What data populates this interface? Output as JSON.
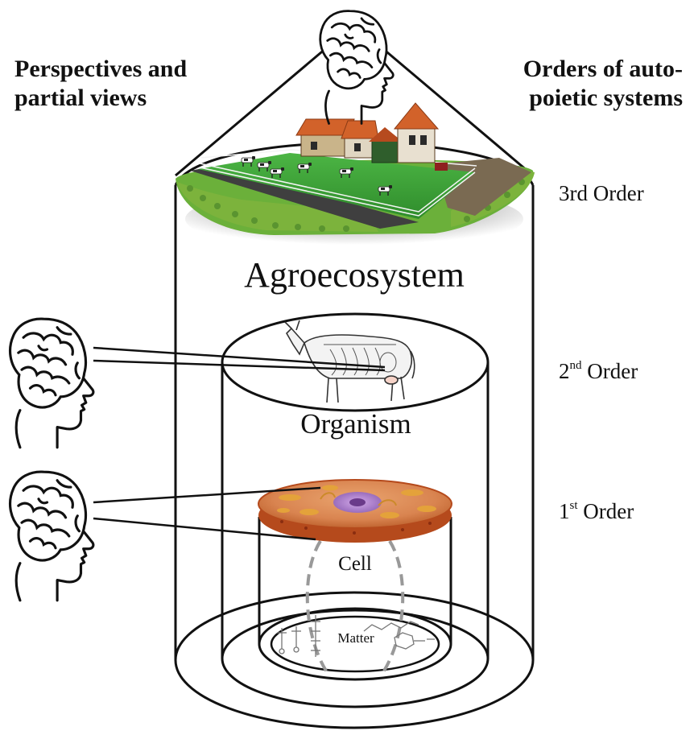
{
  "headers": {
    "left_line1": "Perspectives and",
    "left_line2": "partial views",
    "right_line1": "Orders of auto-",
    "right_line2": "poietic systems"
  },
  "orders": {
    "third": "3rd Order",
    "second": {
      "num": "2",
      "sup": "nd",
      "word": " Order"
    },
    "first": {
      "num": "1",
      "sup": "st",
      "word": " Order"
    }
  },
  "levels": {
    "agroecosystem": "Agroecosystem",
    "organism": "Organism",
    "cell": "Cell",
    "matter": "Matter"
  },
  "icons": {
    "observers": [
      "brain-head-icon",
      "brain-head-icon",
      "brain-head-icon"
    ],
    "farm": "farm-scene-icon",
    "cow": "cow-anatomy-icon",
    "cell": "cell-icon",
    "molecules": "molecule-icon"
  },
  "colors": {
    "line": "#111111",
    "grass": "#3fa23a",
    "hedge": "#7cb33c",
    "roof": "#d2622a",
    "cell_body": "#d98450",
    "cell_rim": "#b54a1c",
    "organelle": "#e4a23a",
    "nucleus": "#a67ac4"
  }
}
